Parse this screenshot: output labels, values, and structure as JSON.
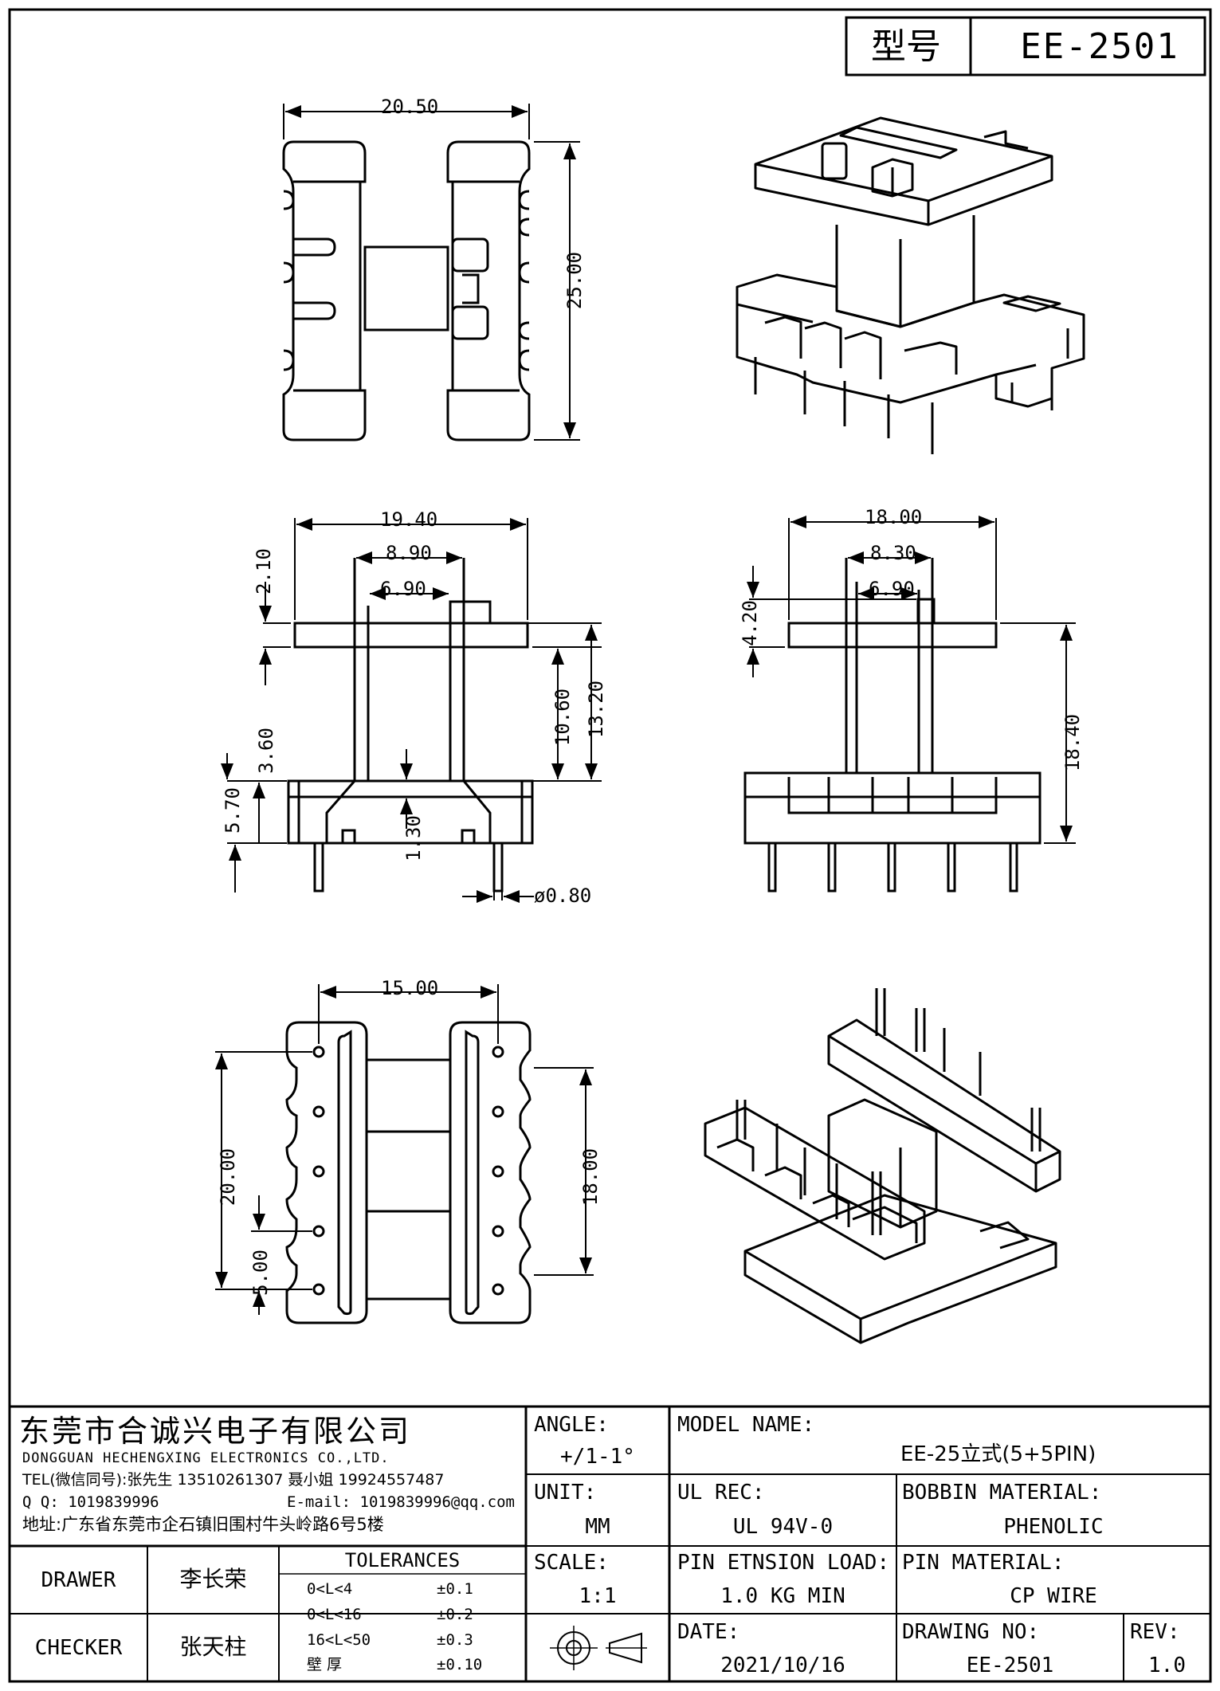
{
  "header": {
    "model_label": "型号",
    "model_no": "EE-2501"
  },
  "dimensions": {
    "A": "20.50",
    "B": "25.00",
    "C": "19.40",
    "D": "8.90",
    "E": "6.90",
    "F": "2.10",
    "G": "10.60",
    "H": "13.20",
    "I": "3.60",
    "J": "5.70",
    "K": "1.30",
    "L": "ø0.80",
    "M": "4.20",
    "N": "18.00",
    "O": "8.30",
    "P": "6.90",
    "Q": "18.40",
    "R": "15.00",
    "S": "20.00",
    "T": "5.00",
    "U": "18.00"
  },
  "company": {
    "name_cn": "东莞市合诚兴电子有限公司",
    "name_en": "DONGGUAN HECHENGXING ELECTRONICS CO.,LTD.",
    "tel": "TEL(微信同号):张先生 13510261307 聂小姐 19924557487",
    "qq": "Q Q: 1019839996",
    "email": "E-mail: 1019839996@qq.com",
    "address": "地址:广东省东莞市企石镇旧围村牛头岭路6号5楼"
  },
  "staff": {
    "drawer_label": "DRAWER",
    "drawer": "李长荣",
    "checker_label": "CHECKER",
    "checker": "张天柱"
  },
  "tolerances": {
    "title": "TOLERANCES",
    "rows": [
      {
        "range": "0<L<4",
        "value": "±0.1"
      },
      {
        "range": "0<L<16",
        "value": "±0.2"
      },
      {
        "range": "16<L<50",
        "value": "±0.3"
      },
      {
        "range": "壁 厚",
        "value": "±0.10"
      }
    ]
  },
  "fields": {
    "angle_label": "ANGLE:",
    "angle": "+/1-1°",
    "unit_label": "UNIT:",
    "unit": "MM",
    "scale_label": "SCALE:",
    "scale": "1:1",
    "model_name_label": "MODEL NAME:",
    "model_name": "EE-25立式(5+5PIN)",
    "ul_label": "UL REC:",
    "ul": "UL 94V-0",
    "bobbin_label": "BOBBIN MATERIAL:",
    "bobbin": "PHENOLIC",
    "pin_load_label": "PIN ETNSION LOAD:",
    "pin_load": "1.0 KG MIN",
    "pin_mat_label": "PIN MATERIAL:",
    "pin_mat": "CP WIRE",
    "date_label": "DATE:",
    "date": "2021/10/16",
    "drawing_no_label": "DRAWING NO:",
    "drawing_no": "EE-2501",
    "rev_label": "REV:",
    "rev": "1.0"
  }
}
